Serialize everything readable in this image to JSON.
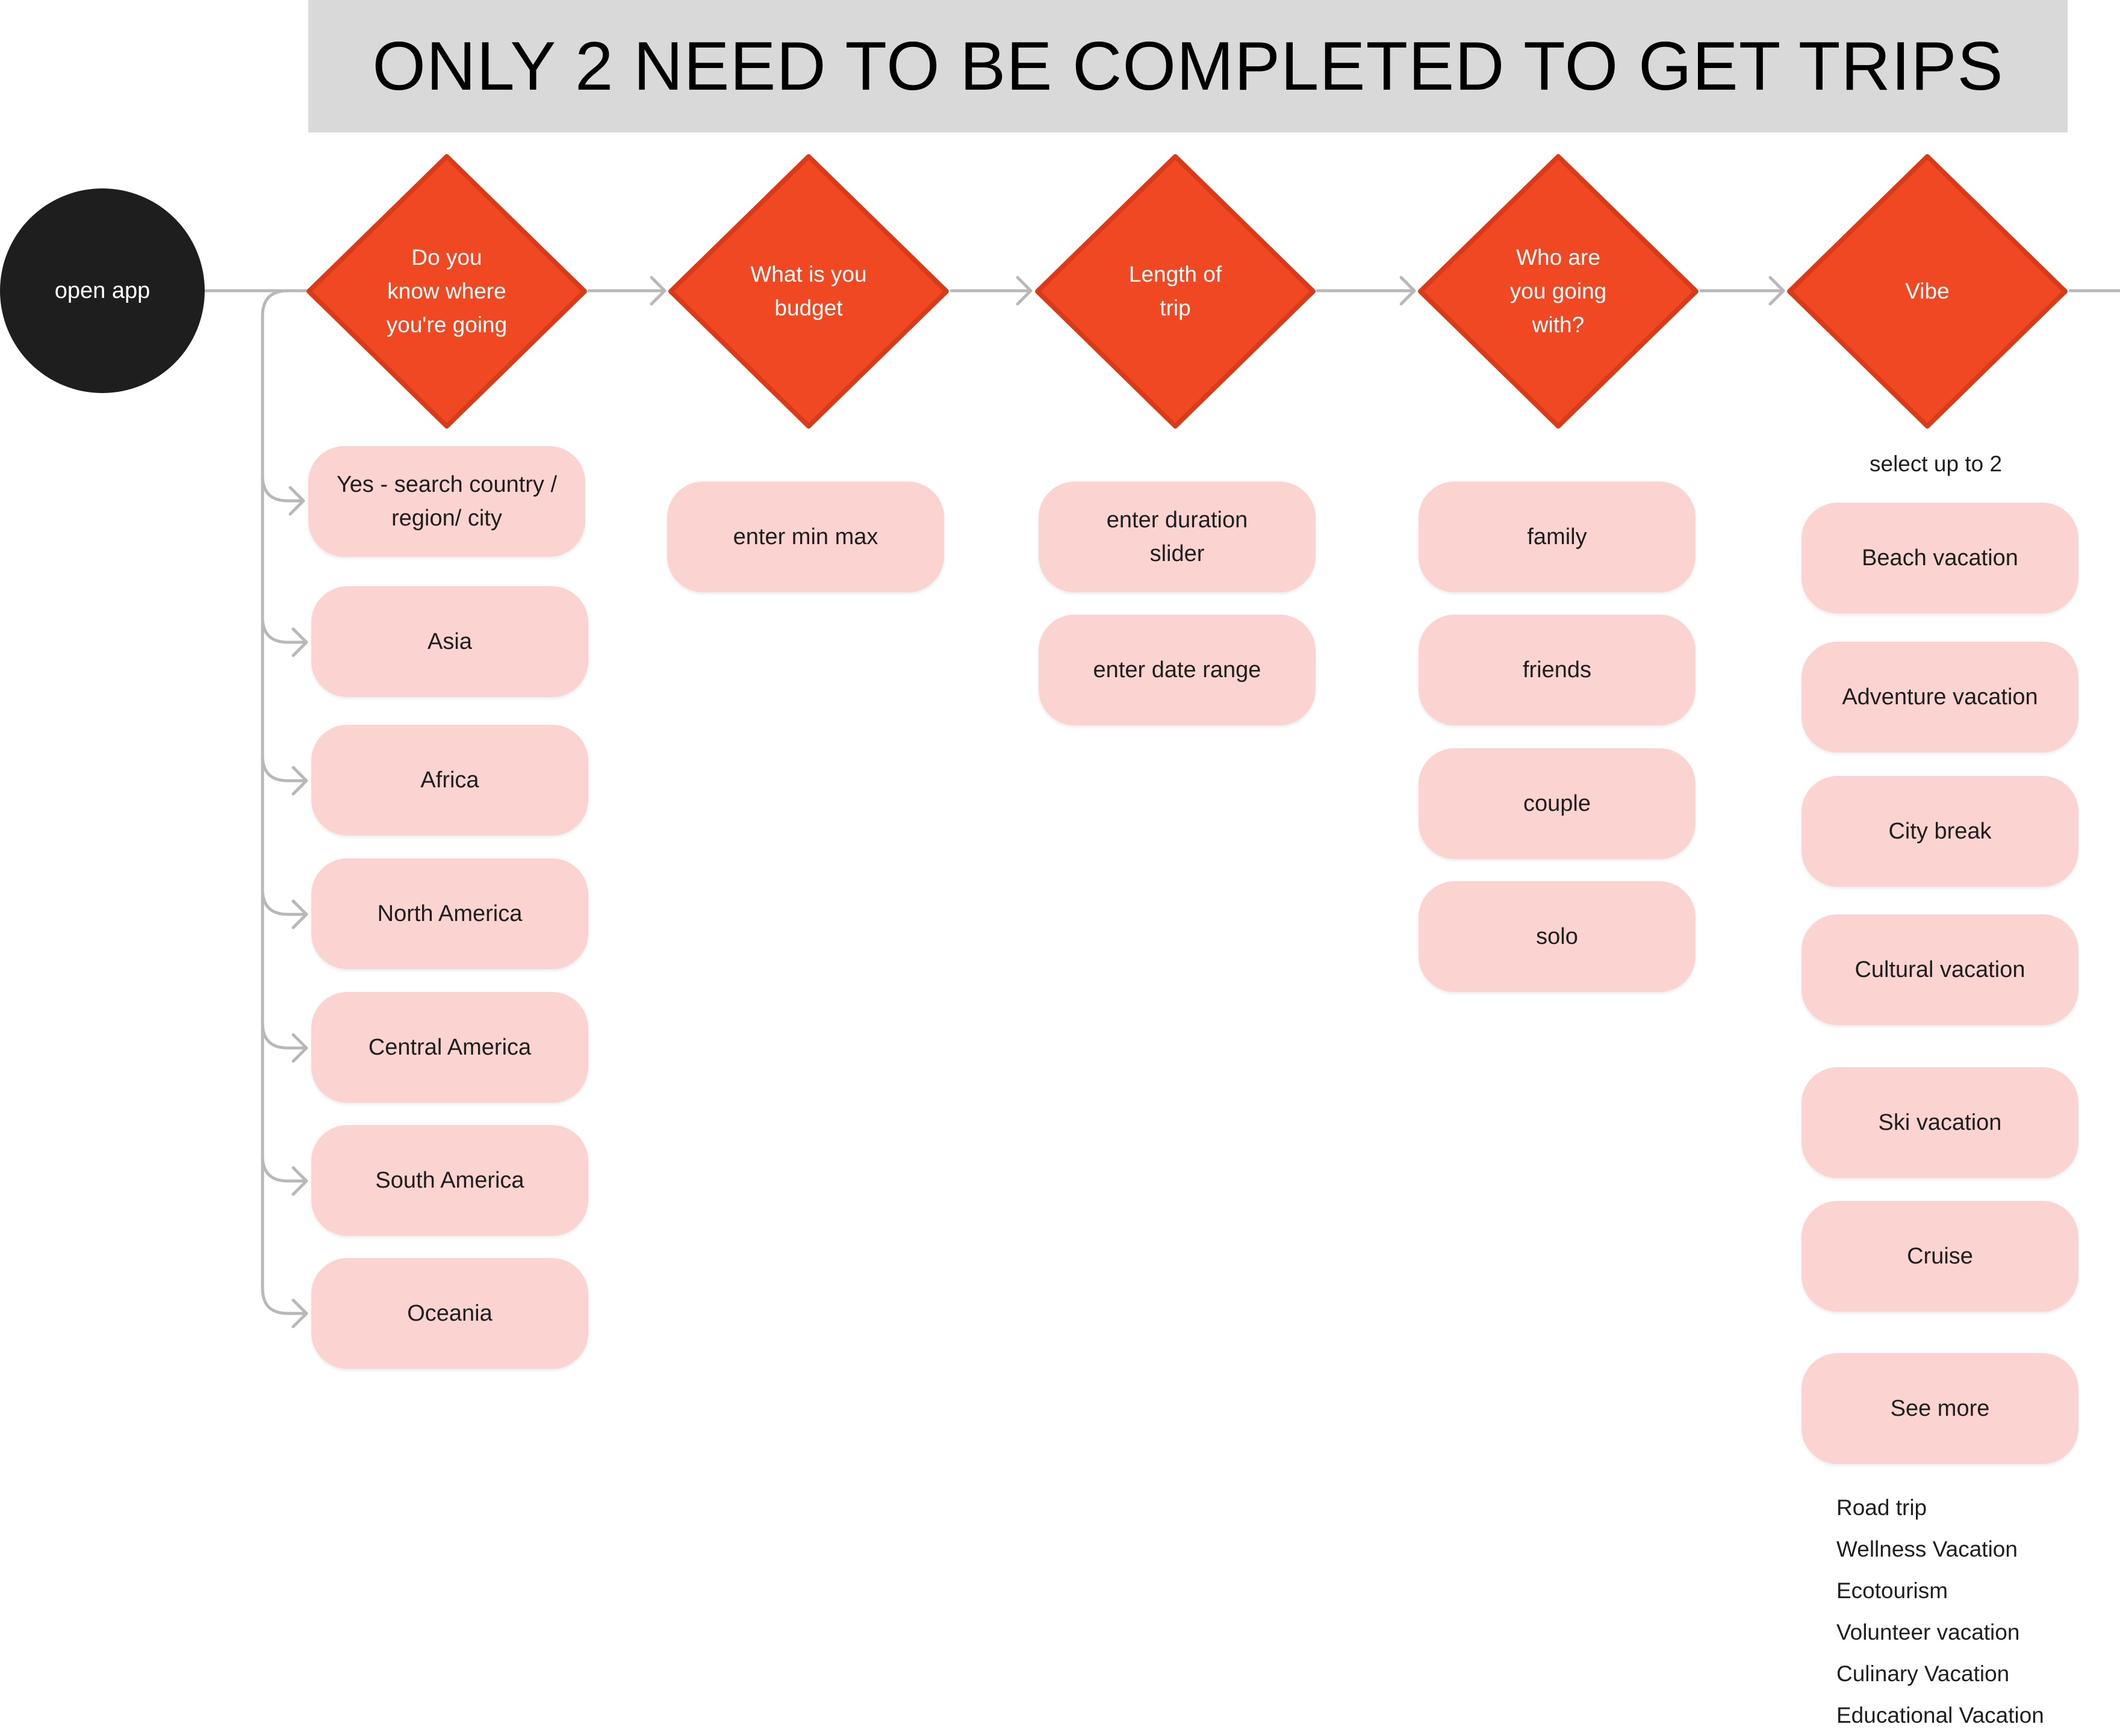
{
  "banner": {
    "title": "ONLY 2 NEED TO BE COMPLETED TO GET TRIPS"
  },
  "start": {
    "label": "open app"
  },
  "steps": {
    "destination": {
      "label": "Do you\nknow where\nyou're going"
    },
    "budget": {
      "label": "What is you\nbudget"
    },
    "length": {
      "label": "Length of\ntrip"
    },
    "companions": {
      "label": "Who are\nyou going\nwith?"
    },
    "vibe": {
      "label": "Vibe"
    }
  },
  "destination_options": [
    "Yes - search country /\nregion/ city",
    "Asia",
    "Africa",
    "North America",
    "Central America",
    "South America",
    "Oceania"
  ],
  "budget_options": [
    "enter min max"
  ],
  "length_options": [
    "enter duration\nslider",
    "enter date range"
  ],
  "companion_options": [
    "family",
    "friends",
    "couple",
    "solo"
  ],
  "vibe": {
    "note": "select up to 2",
    "options": [
      "Beach vacation",
      "Adventure vacation",
      "City break",
      "Cultural vacation",
      "Ski vacation",
      "Cruise",
      "See more"
    ],
    "more_options": [
      "Road trip",
      "Wellness Vacation",
      "Ecotourism",
      "Volunteer vacation",
      "Culinary Vacation",
      "Educational Vacation"
    ]
  },
  "colors": {
    "diamond_fill": "#f04823",
    "diamond_stroke": "#d93b18",
    "pill_fill": "#fbd3d1",
    "start_fill": "#1e1e1e",
    "banner_fill": "#d9d9d9",
    "connector": "#b8b8b8"
  }
}
